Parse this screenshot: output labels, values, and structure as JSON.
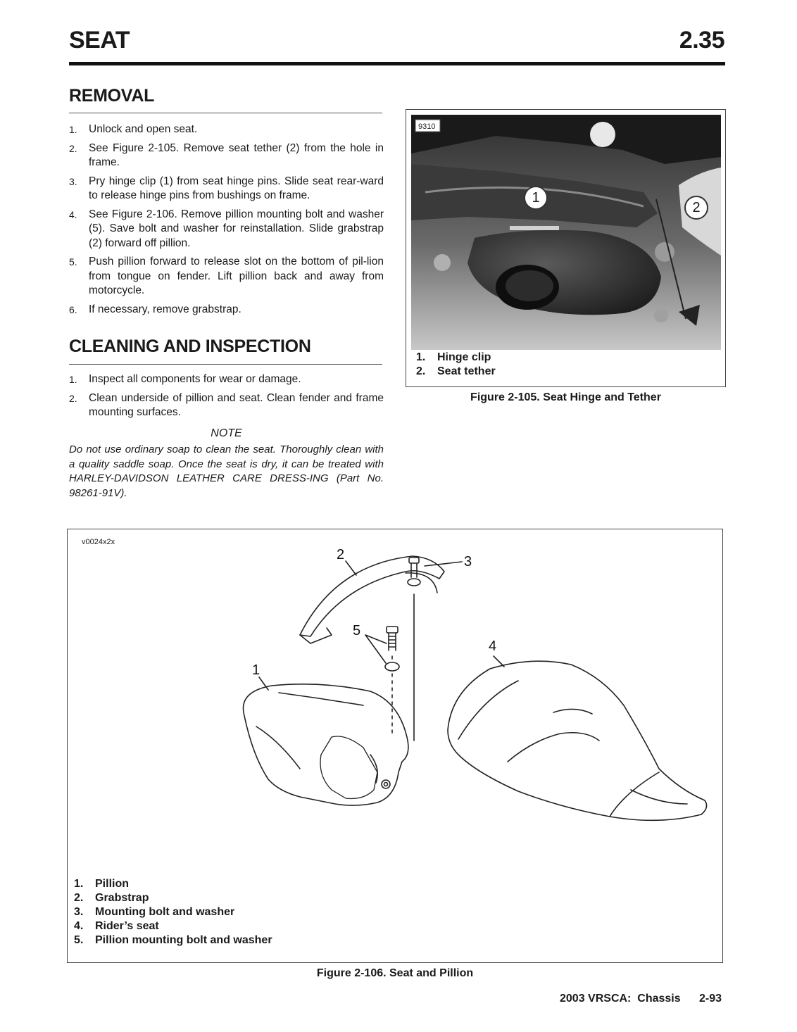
{
  "header": {
    "title": "SEAT",
    "page_section": "2.35"
  },
  "removal": {
    "title": "REMOVAL",
    "steps": [
      {
        "num": "1.",
        "text": "Unlock and open seat."
      },
      {
        "num": "2.",
        "text": "See Figure 2-105. Remove seat tether (2) from the hole in frame."
      },
      {
        "num": "3.",
        "text": "Pry hinge clip (1) from seat hinge pins. Slide seat rear-ward to release hinge pins from bushings on frame."
      },
      {
        "num": "4.",
        "text": "See Figure 2-106. Remove pillion mounting bolt and washer (5). Save bolt and washer for reinstallation. Slide grabstrap (2) forward off pillion."
      },
      {
        "num": "5.",
        "text": "Push pillion forward to release slot on the bottom of pil-lion from tongue on fender. Lift pillion back and away from motorcycle."
      },
      {
        "num": "6.",
        "text": "If necessary, remove grabstrap."
      }
    ]
  },
  "cleaning": {
    "title": "CLEANING AND INSPECTION",
    "steps": [
      {
        "num": "1.",
        "text": "Inspect all components for wear or damage."
      },
      {
        "num": "2.",
        "text": "Clean underside of pillion and seat. Clean fender and frame mounting surfaces."
      }
    ],
    "note_title": "NOTE",
    "note_text": "Do not use ordinary soap to clean the seat. Thoroughly clean with a quality saddle soap. Once the seat is dry, it can be treated with HARLEY-DAVIDSON LEATHER CARE DRESS-ING (Part No. 98261-91V)."
  },
  "figure105": {
    "photo_id": "9310",
    "callouts": [
      "1",
      "2"
    ],
    "legend": [
      {
        "num": "1.",
        "label": "Hinge clip"
      },
      {
        "num": "2.",
        "label": "Seat tether"
      }
    ],
    "caption": "Figure 2-105. Seat Hinge and Tether"
  },
  "figure106": {
    "drawing_id": "v0024x2x",
    "callouts": [
      "1",
      "2",
      "3",
      "4",
      "5"
    ],
    "legend": [
      {
        "num": "1.",
        "label": "Pillion"
      },
      {
        "num": "2.",
        "label": "Grabstrap"
      },
      {
        "num": "3.",
        "label": "Mounting bolt and washer"
      },
      {
        "num": "4.",
        "label": "Rider’s seat"
      },
      {
        "num": "5.",
        "label": "Pillion mounting bolt and washer"
      }
    ],
    "caption": "Figure 2-106. Seat and Pillion"
  },
  "footer": {
    "manual": "2003 VRSCA:  Chassis",
    "page": "2-93"
  }
}
